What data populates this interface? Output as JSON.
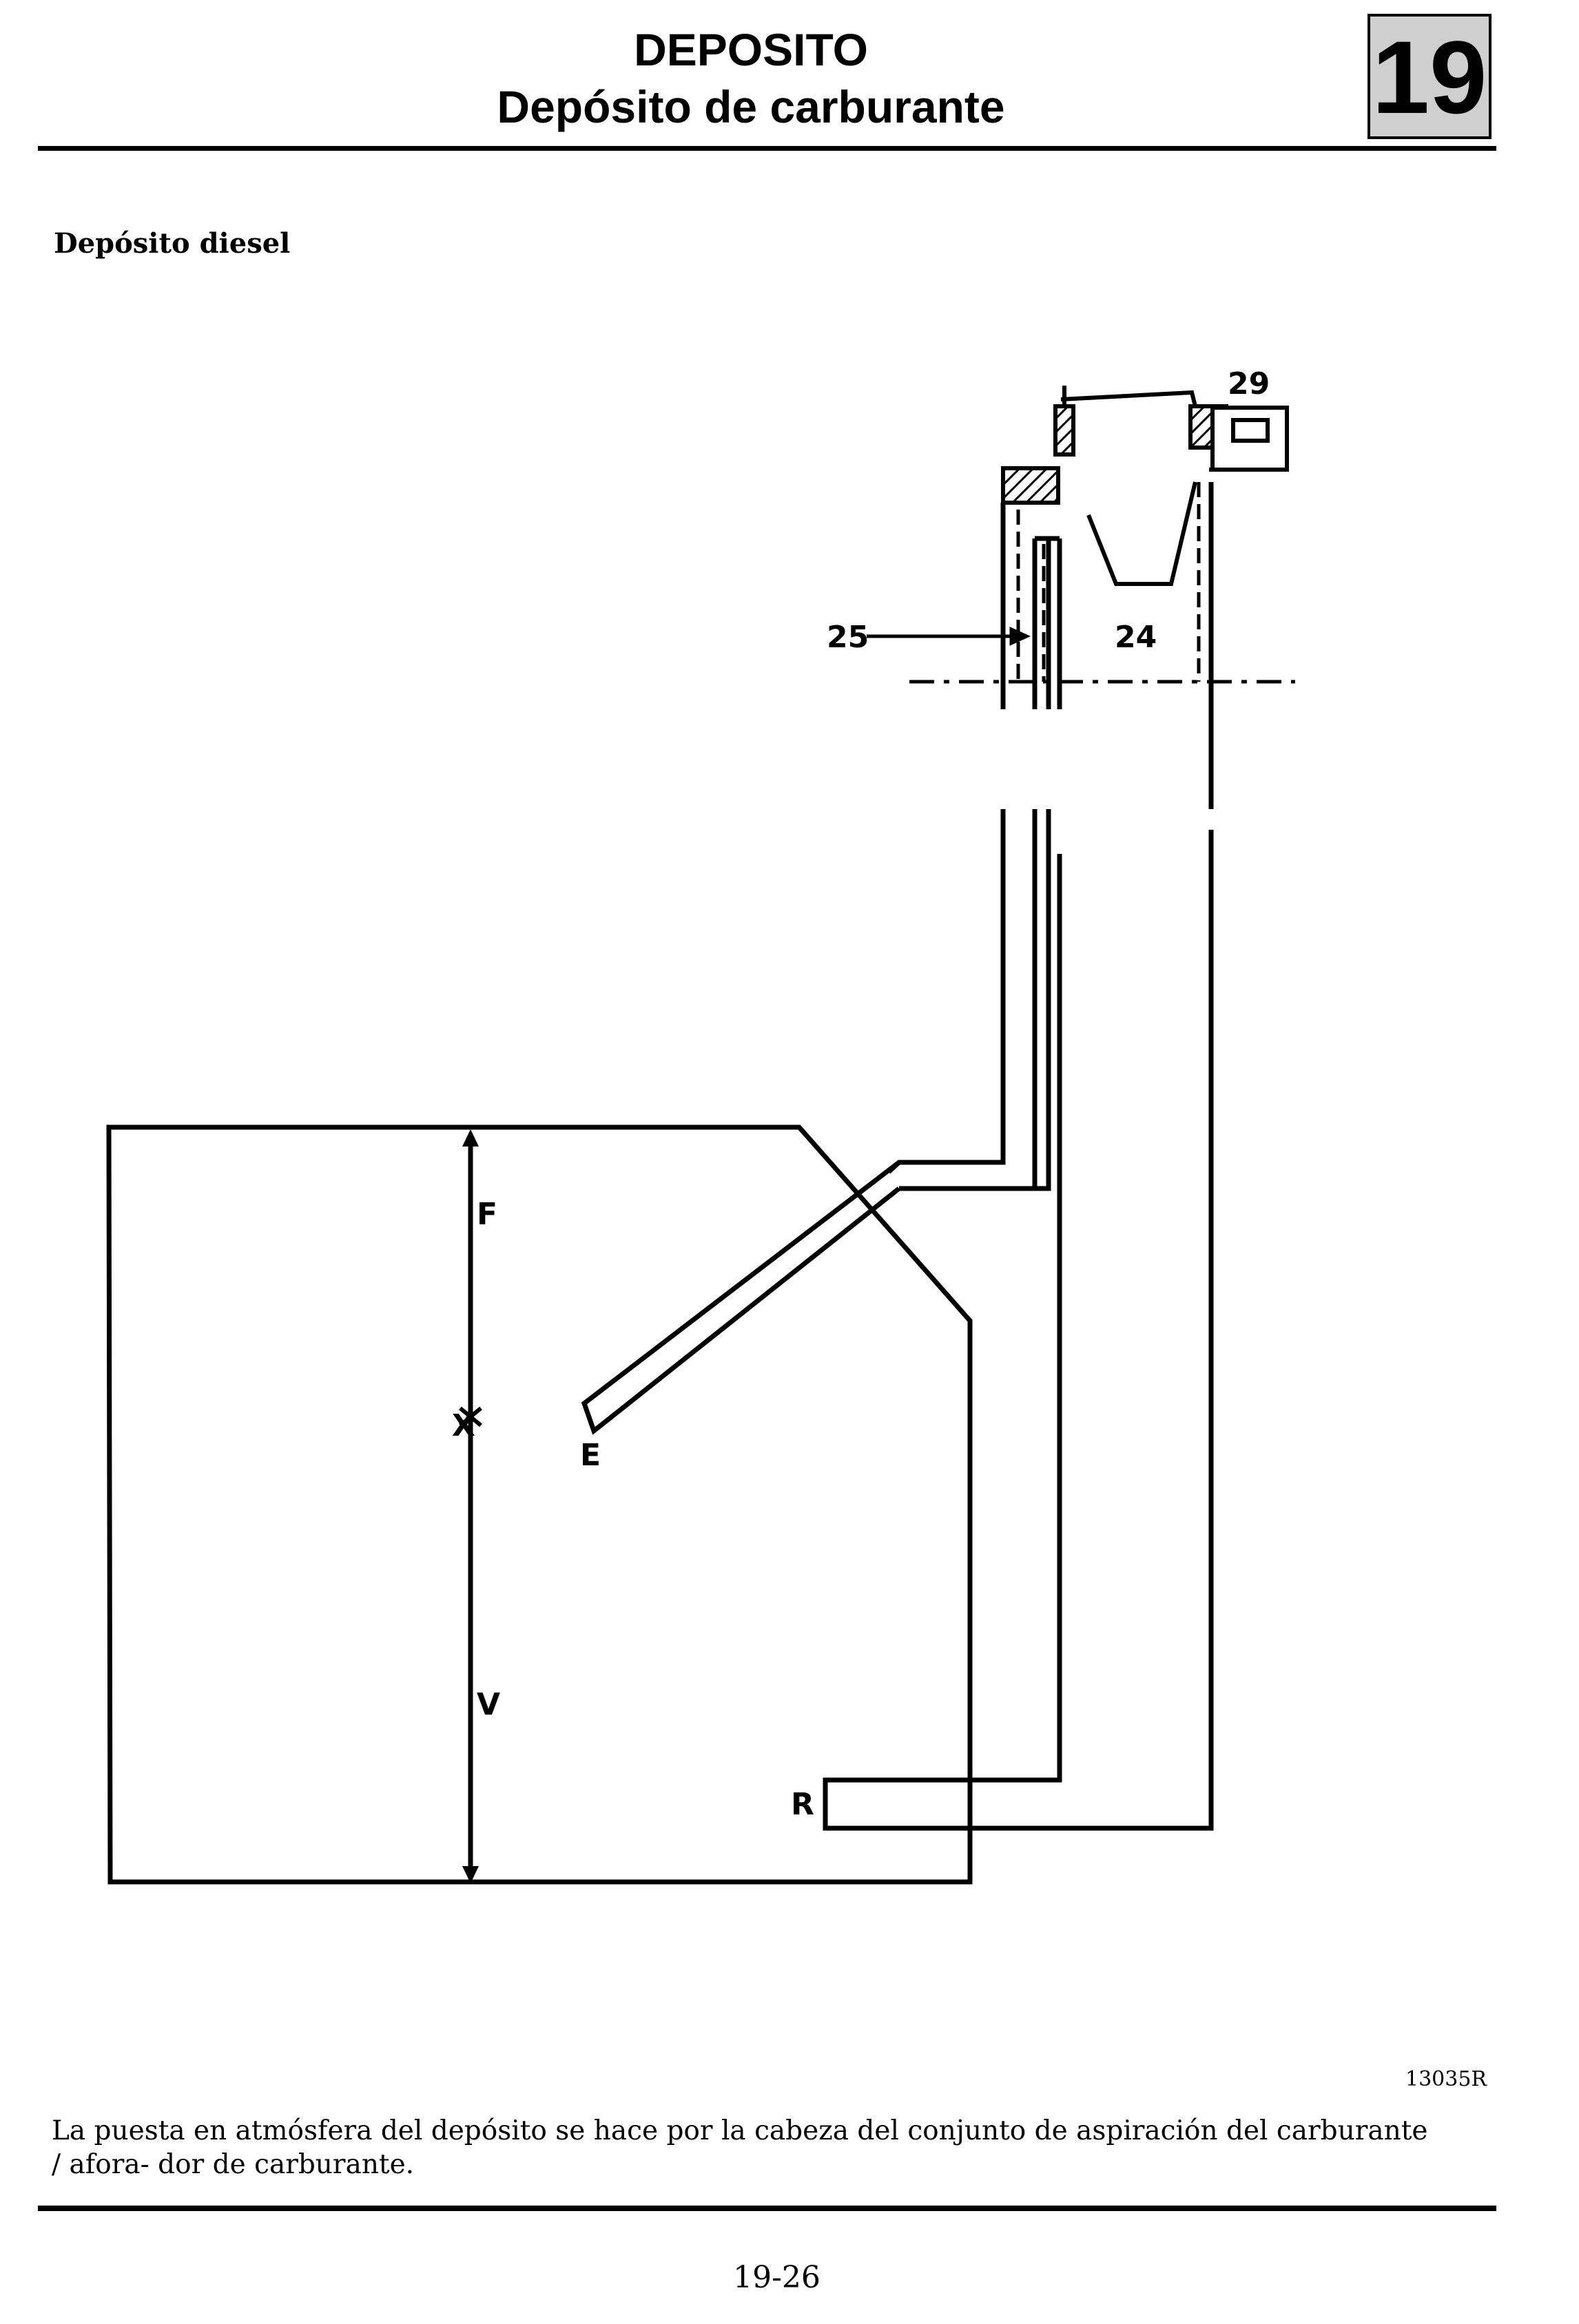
{
  "header": {
    "title": "DEPOSITO",
    "subtitle": "Depósito de carburante",
    "chapter": "19"
  },
  "section_title": "Depósito diesel",
  "figure": {
    "reference": "13035R",
    "labels": {
      "l29": "29",
      "l25": "25",
      "l24": "24",
      "lF": "F",
      "lX": "X",
      "lV": "V",
      "lE": "E",
      "lR": "R"
    }
  },
  "caption": "La puesta en atmósfera del depósito se hace por la cabeza del conjunto de aspiración del carburante / afora- dor de carburante.",
  "page_number": "19-26"
}
